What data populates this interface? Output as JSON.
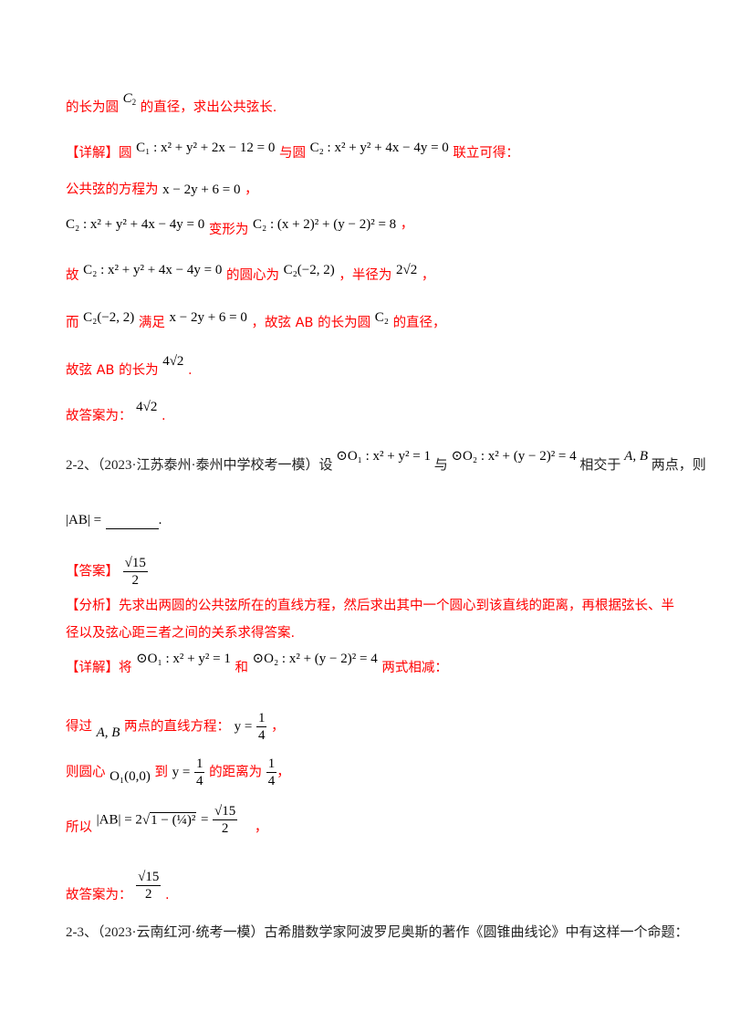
{
  "colors": {
    "solution_text": "#ff0000",
    "body_text": "#222222",
    "math": "#000000"
  },
  "section_2_1_tail": {
    "l1_a": "的长为圆",
    "l1_c2": "C",
    "l1_c2_sub": "2",
    "l1_b": "的直径，求出公共弦长.",
    "detail_label": "【详解】圆",
    "c1_eq": "C₁ : x² + y² + 2x − 12 = 0",
    "with_circle": "与圆",
    "c2_eq": "C₂ : x² + y² + 4x − 4y = 0",
    "combine": "联立可得：",
    "chord_label": "公共弦的方程为",
    "chord_eq": "x − 2y + 6 = 0",
    "comma": "，",
    "c2_eq_line": "C₂ : x² + y² + 4x − 4y = 0",
    "transform": "变形为",
    "c2_std": "C₂ : (x + 2)² + (y − 2)² = 8",
    "so": "故",
    "center_is": "的圆心为",
    "center": "C₂(−2, 2)",
    "radius_is": "，半径为",
    "radius": "2√2",
    "but": "而",
    "satisfies": "满足",
    "chord_diam": "，故弦 AB 的长为圆",
    "c2": "C₂",
    "diam_end": "的直径，",
    "ab_len_label": "故弦 AB 的长为",
    "ab_len": "4√2",
    "period": ".",
    "answer_label": "故答案为：",
    "answer": "4√2"
  },
  "problem_2_2": {
    "number": "2-2、",
    "source": "（2023·江苏泰州·泰州中学校考一模）设",
    "o1_eq": "⊙O₁ : x² + y² = 1",
    "and": "与",
    "o2_eq": "⊙O₂ : x² + (y − 2)² = 4",
    "intersect": "相交于",
    "points": "A, B",
    "then": "两点，则",
    "ask": "|AB| =",
    "ask_end": ".",
    "answer_label": "【答案】",
    "answer_num": "√15",
    "answer_den": "2",
    "analysis_label": "【分析】",
    "analysis_1": "先求出两圆的公共弦所在的直线方程，然后求出其中一个圆心到该直线的距离，再根据弦长、半",
    "analysis_2": "径以及弦心距三者之间的关系求得答案.",
    "detail_label": "【详解】将",
    "d_o1": "⊙O₁ : x² + y² = 1",
    "d_and": "和",
    "d_o2": "⊙O₂ : x² + (y − 2)² = 4",
    "subtract": "两式相减：",
    "line_label": "得过",
    "line_points": "A, B",
    "line_label2": "两点的直线方程：",
    "line_eq_lhs": "y =",
    "frac_num": "1",
    "frac_den": "4",
    "center_label": "则圆心",
    "center": "O₁(0,0)",
    "to": "到",
    "dist_is": "的距离为",
    "so": "所以",
    "ab_expr_lhs": "|AB| = 2",
    "ab_expr_rad": "1 − (¼)²",
    "ab_eq": "=",
    "final_label": "故答案为：",
    "final_num": "√15",
    "final_den": "2"
  },
  "problem_2_3": {
    "number": "2-3、",
    "text": "（2023·云南红河·统考一模）古希腊数学家阿波罗尼奥斯的著作《圆锥曲线论》中有这样一个命题："
  }
}
